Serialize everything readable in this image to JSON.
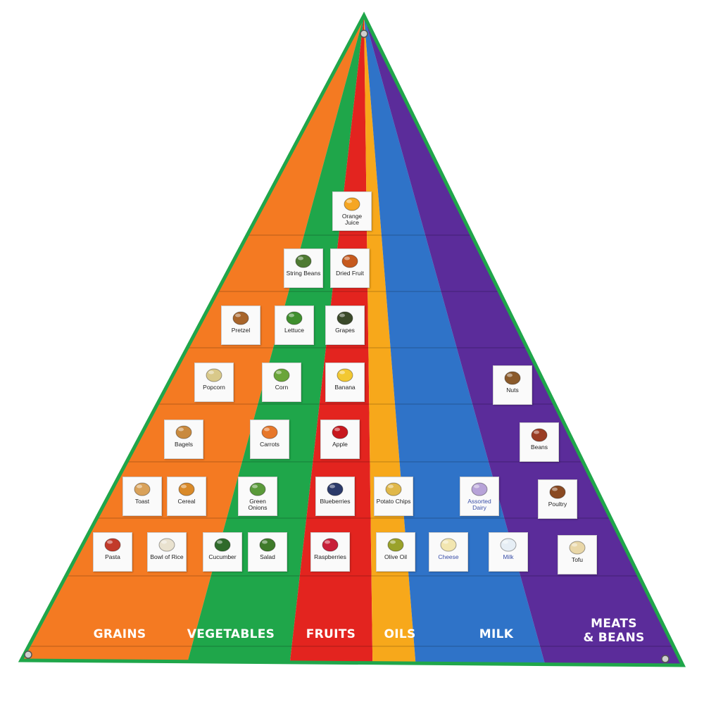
{
  "groups": [
    {
      "label": "GRAINS",
      "color": "#f47a22"
    },
    {
      "label": "VEGETABLES",
      "color": "#1fa64a"
    },
    {
      "label": "FRUITS",
      "color": "#e3241f"
    },
    {
      "label": "OILS",
      "color": "#f7a81b"
    },
    {
      "label": "MILK",
      "color": "#2f73c8"
    },
    {
      "label": "MEATS\n& BEANS",
      "color": "#5b2c9a"
    }
  ],
  "border_color": "#1fa64a",
  "cards": [
    {
      "label": "Orange Juice",
      "icon": "juice-glass-icon",
      "color": "#f5a623"
    },
    {
      "label": "String Beans",
      "icon": "string-beans-icon",
      "color": "#4e7a32"
    },
    {
      "label": "Dried Fruit",
      "icon": "dried-fruit-icon",
      "color": "#c65a1e"
    },
    {
      "label": "Pretzel",
      "icon": "pretzel-icon",
      "color": "#a8652b"
    },
    {
      "label": "Lettuce",
      "icon": "lettuce-icon",
      "color": "#3f8f2e"
    },
    {
      "label": "Grapes",
      "icon": "grapes-icon",
      "color": "#3b4a2a"
    },
    {
      "label": "Popcorn",
      "icon": "popcorn-icon",
      "color": "#d9c98a"
    },
    {
      "label": "Corn",
      "icon": "corn-icon",
      "color": "#6aa53a"
    },
    {
      "label": "Banana",
      "icon": "banana-icon",
      "color": "#f2c832"
    },
    {
      "label": "Nuts",
      "icon": "nuts-icon",
      "color": "#8a5a2b"
    },
    {
      "label": "Bagels",
      "icon": "bagels-icon",
      "color": "#c98a3e"
    },
    {
      "label": "Carrots",
      "icon": "carrots-icon",
      "color": "#e7772a"
    },
    {
      "label": "Apple",
      "icon": "apple-icon",
      "color": "#c8181e"
    },
    {
      "label": "Beans",
      "icon": "beans-icon",
      "color": "#9a3d24"
    },
    {
      "label": "Toast",
      "icon": "toast-icon",
      "color": "#d9a25a"
    },
    {
      "label": "Cereal",
      "icon": "cereal-icon",
      "color": "#d98a2a"
    },
    {
      "label": "Green Onions",
      "icon": "green-onions-icon",
      "color": "#5a9a3a"
    },
    {
      "label": "Blueberries",
      "icon": "blueberries-icon",
      "color": "#2b3a6a"
    },
    {
      "label": "Potato Chips",
      "icon": "potato-chips-icon",
      "color": "#e0b84a"
    },
    {
      "label": "Assorted Dairy",
      "icon": "assorted-dairy-icon",
      "color": "#b7a3d8"
    },
    {
      "label": "Poultry",
      "icon": "poultry-icon",
      "color": "#8a4a22"
    },
    {
      "label": "Pasta",
      "icon": "pasta-icon",
      "color": "#c23a2a"
    },
    {
      "label": "Bowl of Rice",
      "icon": "bowl-of-rice-icon",
      "color": "#e9e2cf"
    },
    {
      "label": "Cucumber",
      "icon": "cucumber-icon",
      "color": "#2f6a2a"
    },
    {
      "label": "Salad",
      "icon": "salad-icon",
      "color": "#3f7a2a"
    },
    {
      "label": "Raspberries",
      "icon": "raspberries-icon",
      "color": "#c8203a"
    },
    {
      "label": "Olive Oil",
      "icon": "olive-oil-icon",
      "color": "#9aa22a"
    },
    {
      "label": "Cheese",
      "icon": "cheese-icon",
      "color": "#f2e6b0"
    },
    {
      "label": "Milk",
      "icon": "milk-glass-icon",
      "color": "#e6eef5"
    },
    {
      "label": "Tofu",
      "icon": "tofu-icon",
      "color": "#e9d7a8"
    }
  ]
}
